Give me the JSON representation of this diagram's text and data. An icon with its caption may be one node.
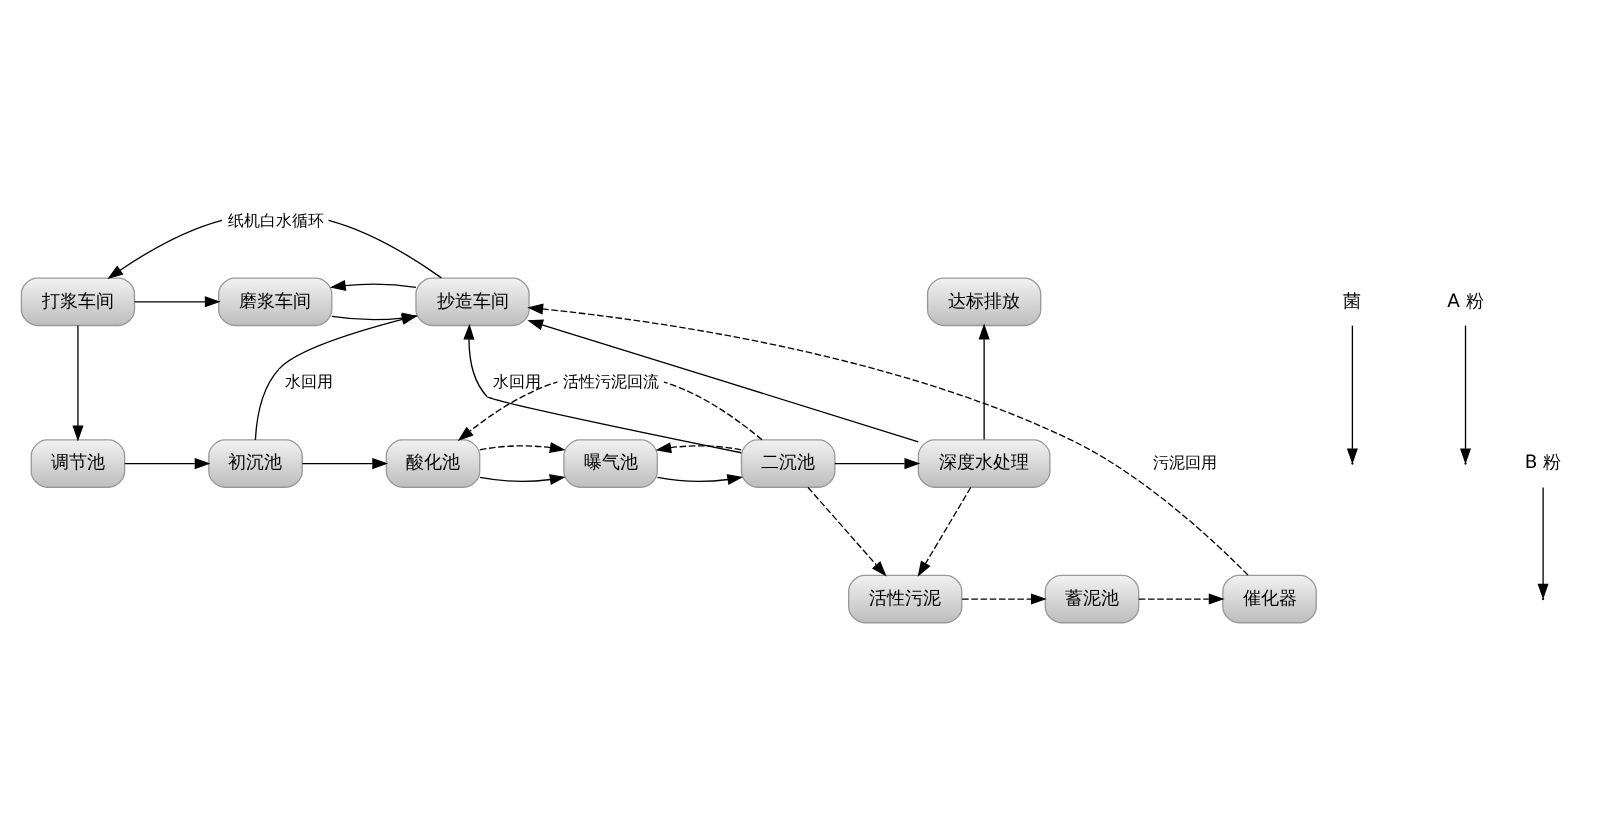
{
  "diagram": {
    "nodes": [
      {
        "text": [
          "打浆车间"
        ]
      },
      {
        "text": [
          "磨浆车间"
        ]
      },
      {
        "text": [
          "抄造车间"
        ]
      },
      {
        "text": [
          "菌"
        ]
      },
      {
        "text": [
          "达标排放"
        ]
      },
      {
        "text": [
          "A 粉"
        ]
      },
      {
        "text": [
          "调节池"
        ]
      },
      {
        "text": [
          "初沉池"
        ]
      },
      {
        "text": [
          "酸化池"
        ]
      },
      {
        "text": [
          "曝气池"
        ]
      },
      {
        "text": [
          "二沉池"
        ]
      },
      {
        "text": [
          "深度水处理"
        ]
      },
      {
        "text": [
          "B 粉"
        ]
      },
      {
        "text": [
          "催化器"
        ]
      },
      {
        "text": [
          "蓄泥池"
        ]
      },
      {
        "text": [
          "活性污泥"
        ]
      }
    ],
    "edges": [
      {
        "from": 0,
        "to": 1,
        "arrow": "to"
      },
      {
        "from": 1,
        "to": 2,
        "arrow": "to"
      },
      {
        "from": 2,
        "to": 0,
        "arrow": "to",
        "label": "纸机白水循环"
      },
      {
        "from": 2,
        "to": 1,
        "arrow": "to"
      },
      {
        "from": 0,
        "to": 6,
        "arrow": "to"
      },
      {
        "from": 6,
        "to": 7,
        "arrow": "to"
      },
      {
        "from": 5,
        "to": null,
        "arrow": "to"
      },
      {
        "from": 7,
        "to": 2,
        "arrow": "to",
        "label": "水回用"
      },
      {
        "from": 7,
        "to": 8,
        "arrow": "to"
      },
      {
        "from": 8,
        "to": 9,
        "arrow": "to"
      },
      {
        "from": 9,
        "to": 10,
        "arrow": "to"
      },
      {
        "from": 10,
        "to": 11,
        "arrow": "to"
      },
      {
        "from": 10,
        "to": 2,
        "arrow": "to",
        "label": "水回用"
      },
      {
        "from": 11,
        "to": 2,
        "arrow": "to"
      },
      {
        "from": 3,
        "to": null,
        "arrow": "to"
      },
      {
        "from": 11,
        "to": 4,
        "arrow": "to"
      },
      {
        "from": 10,
        "to": 8,
        "arrow": "to",
        "style": "dashed",
        "label": "活性污泥回流"
      },
      {
        "from": 10,
        "to": 9,
        "arrow": "to",
        "style": "dashed"
      },
      {
        "from": 8,
        "to": 9,
        "arrow": "to",
        "style": "dashed"
      },
      {
        "from": 10,
        "to": 15,
        "arrow": "to",
        "style": "dashed"
      },
      {
        "from": 11,
        "to": 15,
        "arrow": "to",
        "style": "dashed"
      },
      {
        "from": 15,
        "to": 14,
        "arrow": "to",
        "style": "dashed"
      },
      {
        "from": 14,
        "to": 13,
        "arrow": "to",
        "style": "dashed"
      },
      {
        "from": 12,
        "to": null,
        "arrow": "to"
      },
      {
        "from": 13,
        "to": 2,
        "arrow": "to",
        "style": "dashed",
        "label": "污泥回用"
      }
    ]
  }
}
